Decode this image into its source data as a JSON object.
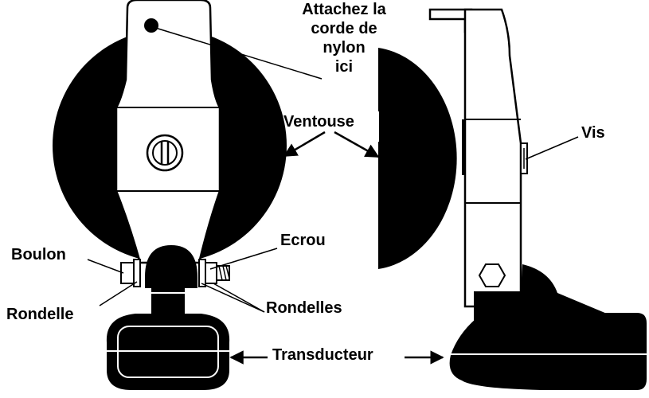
{
  "labels": {
    "attach": [
      "Attachez la",
      "corde de",
      "nylon",
      "ici"
    ],
    "ventouse": "Ventouse",
    "vis": "Vis",
    "boulon": "Boulon",
    "ecrou": "Ecrou",
    "rondelle": "Rondelle",
    "rondelles": "Rondelles",
    "transducteur": "Transducteur"
  },
  "colors": {
    "ink": "#000000",
    "paper": "#ffffff"
  }
}
